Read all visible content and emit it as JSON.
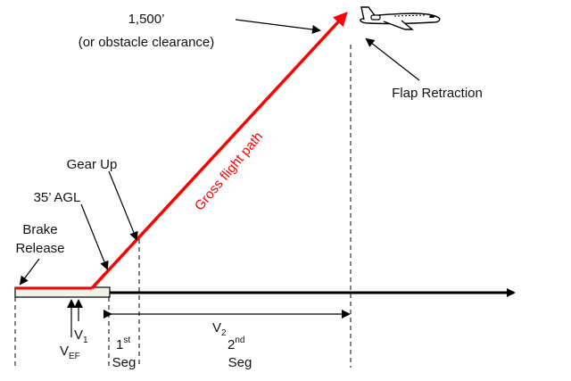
{
  "labels": {
    "altitude": "1,500’",
    "altitude_note": "(or obstacle clearance)",
    "flap_retraction": "Flap Retraction",
    "gear_up": "Gear Up",
    "agl": "35’ AGL",
    "brake": "Brake",
    "release": "Release",
    "gross_flight_path": "Gross flight path",
    "v1_main": "V",
    "v1_sub": "1",
    "vef_main": "V",
    "vef_sub": "EF",
    "v2_main": "V",
    "v2_sub": "2",
    "first_num": "1",
    "first_sup": "st",
    "first_seg": "Seg",
    "second_num": "2",
    "second_sup": "nd",
    "second_seg": "Seg"
  },
  "colors": {
    "flight_path": "#ff0000",
    "runway_fill": "#f2f2e8",
    "line": "#000000"
  },
  "icons": {
    "aircraft": "jet-aircraft-icon"
  }
}
